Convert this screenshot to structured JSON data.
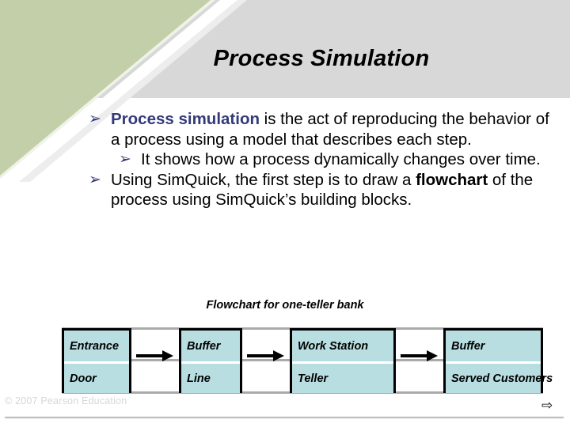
{
  "slide": {
    "title": "Process Simulation",
    "theme": {
      "band_green": "#c3cfa8",
      "band_gray": "#d8d8d8",
      "bullet_navy": "#333a7a",
      "node_fill": "#b9dee2",
      "grid_gray": "#aaaaaa",
      "footer_gray": "#d7d7d7"
    }
  },
  "body": {
    "bullets": [
      {
        "level": 1,
        "marker": "➢",
        "runs": [
          {
            "text": "Process simulation",
            "style": "keyword"
          },
          {
            "text": " is the act of reproducing the behavior of a process using a model that describes each step.",
            "style": "normal"
          }
        ]
      },
      {
        "level": 2,
        "marker": "➢",
        "runs": [
          {
            "text": "It shows how a process dynamically changes over time.",
            "style": "normal"
          }
        ]
      },
      {
        "level": 1,
        "marker": "➢",
        "runs": [
          {
            "text": "Using SimQuick, the first step is to draw a ",
            "style": "normal"
          },
          {
            "text": "flowchart",
            "style": "bold"
          },
          {
            "text": " of the process using SimQuick’s building blocks.",
            "style": "normal"
          }
        ]
      }
    ]
  },
  "flowchart": {
    "caption": "Flowchart for one-teller bank",
    "nodes": [
      {
        "type": "Entrance",
        "name": "Door"
      },
      {
        "type": "Buffer",
        "name": "Line"
      },
      {
        "type": "Work Station",
        "name": "Teller"
      },
      {
        "type": "Buffer",
        "name": "Served Customers"
      }
    ],
    "connectors": [
      "arrow-right-icon",
      "arrow-right-icon",
      "arrow-right-icon"
    ]
  },
  "footer": {
    "copyright": "© 2007 Pearson Education",
    "next_arrow": "⇨"
  }
}
